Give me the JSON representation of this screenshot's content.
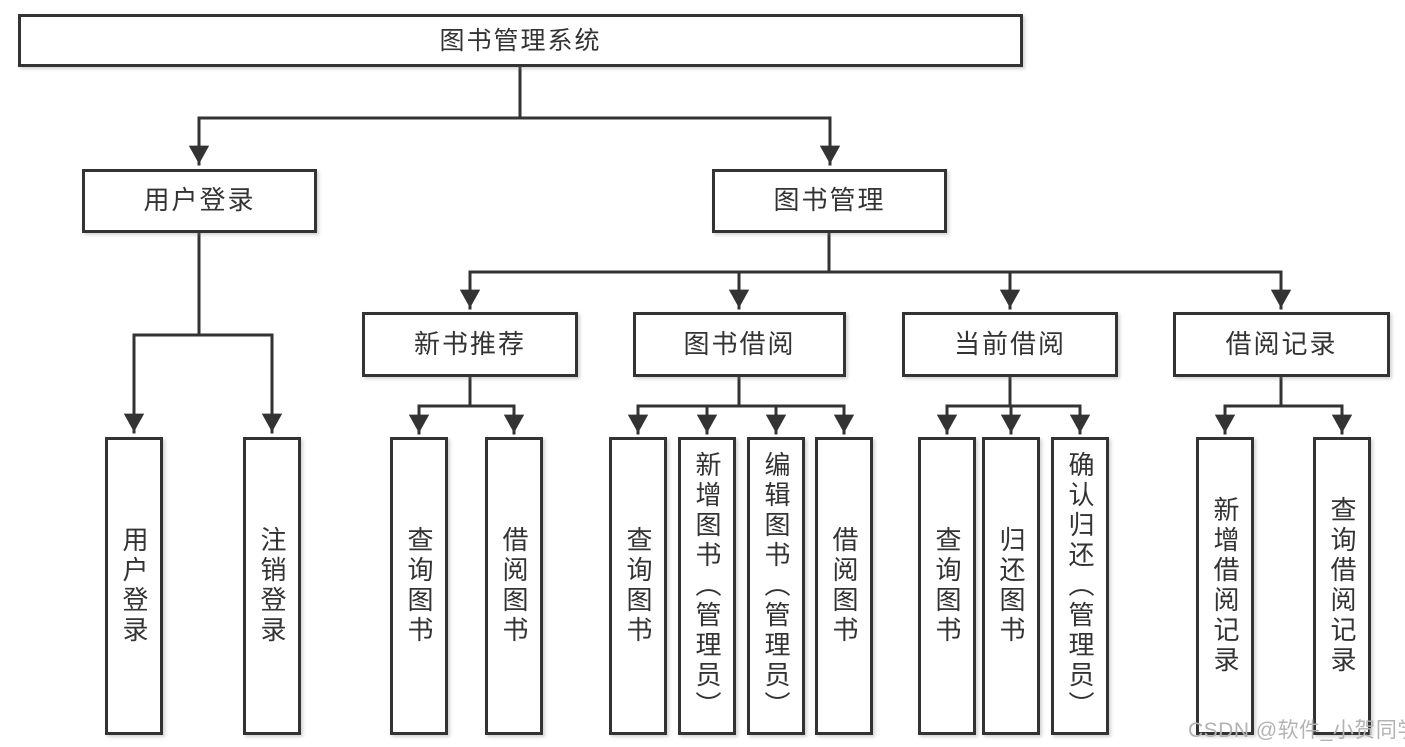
{
  "tree": {
    "label": "图书管理系统",
    "children": [
      {
        "label": "用户登录",
        "children": [
          {
            "label": "用户登录"
          },
          {
            "label": "注销登录"
          }
        ]
      },
      {
        "label": "图书管理",
        "children": [
          {
            "label": "新书推荐",
            "children": [
              {
                "label": "查询图书"
              },
              {
                "label": "借阅图书"
              }
            ]
          },
          {
            "label": "图书借阅",
            "children": [
              {
                "label": "查询图书"
              },
              {
                "label": "新增图书（管理员）"
              },
              {
                "label": "编辑图书（管理员）"
              },
              {
                "label": "借阅图书"
              }
            ]
          },
          {
            "label": "当前借阅",
            "children": [
              {
                "label": "查询图书"
              },
              {
                "label": "归还图书"
              },
              {
                "label": "确认归还（管理员）"
              }
            ]
          },
          {
            "label": "借阅记录",
            "children": [
              {
                "label": "新增借阅记录"
              },
              {
                "label": "查询借阅记录"
              }
            ]
          }
        ]
      }
    ]
  },
  "watermark": {
    "text": "CSDN @软件_小贺同学"
  },
  "colors": {
    "line": "#333333",
    "box_border": "#333333",
    "text": "#333333",
    "watermark": "#b3b3b3",
    "background": "#ffffff"
  }
}
